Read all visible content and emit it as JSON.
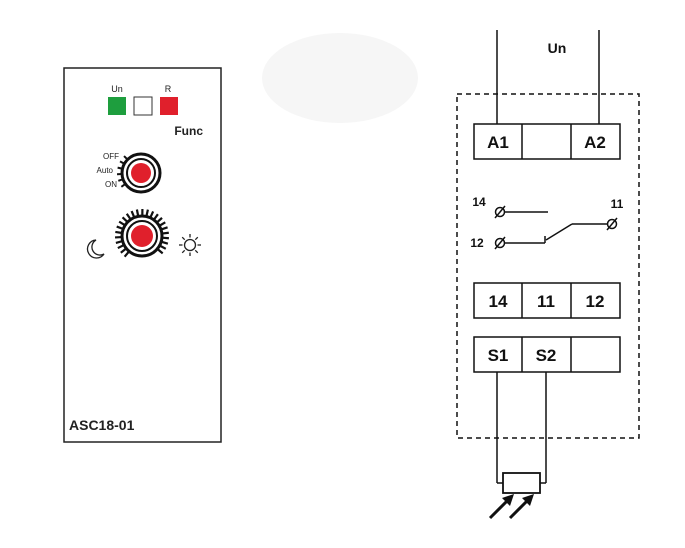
{
  "front_panel": {
    "led_labels": {
      "un": "Un",
      "r": "R"
    },
    "led_colors": {
      "un": "#1e9e3e",
      "middle": "#ffffff",
      "r": "#e0202c"
    },
    "func_label": "Func",
    "mode_switch": {
      "off": "OFF",
      "auto": "Auto",
      "on": "ON"
    },
    "model": "ASC18-01",
    "icons": {
      "left": "moon-icon",
      "right": "sun-icon"
    },
    "knob_color": "#e0202c"
  },
  "wiring": {
    "supply_label": "Un",
    "top_terminals": [
      "A1",
      "",
      "A2"
    ],
    "contact_labels": {
      "t14": "14",
      "t11": "11",
      "t12": "12"
    },
    "middle_terminals": [
      "14",
      "11",
      "12"
    ],
    "bottom_terminals": [
      "S1",
      "S2",
      ""
    ],
    "sensor_icon": "photo-sensor-icon"
  }
}
